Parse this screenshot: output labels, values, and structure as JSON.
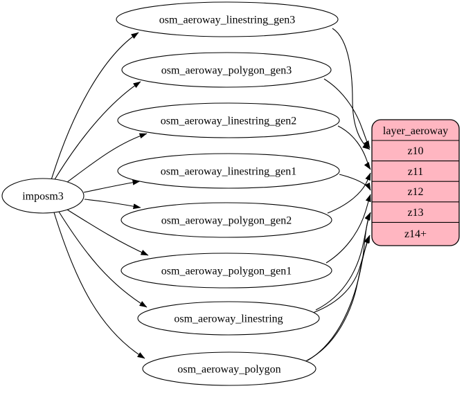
{
  "nodes": {
    "source": {
      "label": "imposm3",
      "shape": "ellipse"
    },
    "tables": [
      {
        "label": "osm_aeroway_linestring_gen3",
        "shape": "ellipse"
      },
      {
        "label": "osm_aeroway_polygon_gen3",
        "shape": "ellipse"
      },
      {
        "label": "osm_aeroway_linestring_gen2",
        "shape": "ellipse"
      },
      {
        "label": "osm_aeroway_linestring_gen1",
        "shape": "ellipse"
      },
      {
        "label": "osm_aeroway_polygon_gen2",
        "shape": "ellipse"
      },
      {
        "label": "osm_aeroway_polygon_gen1",
        "shape": "ellipse"
      },
      {
        "label": "osm_aeroway_linestring",
        "shape": "ellipse"
      },
      {
        "label": "osm_aeroway_polygon",
        "shape": "ellipse"
      }
    ],
    "layer": {
      "title": "layer_aeroway",
      "rows": [
        "z10",
        "z11",
        "z12",
        "z13",
        "z14+"
      ],
      "shape": "record"
    }
  },
  "edges": {
    "from_source_to_tables": [
      {
        "from": "imposm3",
        "to": "osm_aeroway_linestring_gen3"
      },
      {
        "from": "imposm3",
        "to": "osm_aeroway_polygon_gen3"
      },
      {
        "from": "imposm3",
        "to": "osm_aeroway_linestring_gen2"
      },
      {
        "from": "imposm3",
        "to": "osm_aeroway_linestring_gen1"
      },
      {
        "from": "imposm3",
        "to": "osm_aeroway_polygon_gen2"
      },
      {
        "from": "imposm3",
        "to": "osm_aeroway_polygon_gen1"
      },
      {
        "from": "imposm3",
        "to": "osm_aeroway_linestring"
      },
      {
        "from": "imposm3",
        "to": "osm_aeroway_polygon"
      }
    ],
    "from_tables_to_layer": [
      {
        "from": "osm_aeroway_linestring_gen3",
        "to": "z10"
      },
      {
        "from": "osm_aeroway_polygon_gen3",
        "to": "z10"
      },
      {
        "from": "osm_aeroway_linestring_gen2",
        "to": "z11"
      },
      {
        "from": "osm_aeroway_polygon_gen2",
        "to": "z11"
      },
      {
        "from": "osm_aeroway_linestring_gen1",
        "to": "z12"
      },
      {
        "from": "osm_aeroway_polygon_gen1",
        "to": "z12"
      },
      {
        "from": "osm_aeroway_linestring",
        "to": "z13"
      },
      {
        "from": "osm_aeroway_polygon",
        "to": "z13"
      },
      {
        "from": "osm_aeroway_linestring",
        "to": "z14+"
      },
      {
        "from": "osm_aeroway_polygon",
        "to": "z14+"
      }
    ]
  },
  "colors": {
    "layer_fill": "#ffb6c1",
    "layer_border": "#000000",
    "table_fill": "#ffffff",
    "edge": "#000000",
    "background": "#ffffff",
    "text": "#000000"
  }
}
